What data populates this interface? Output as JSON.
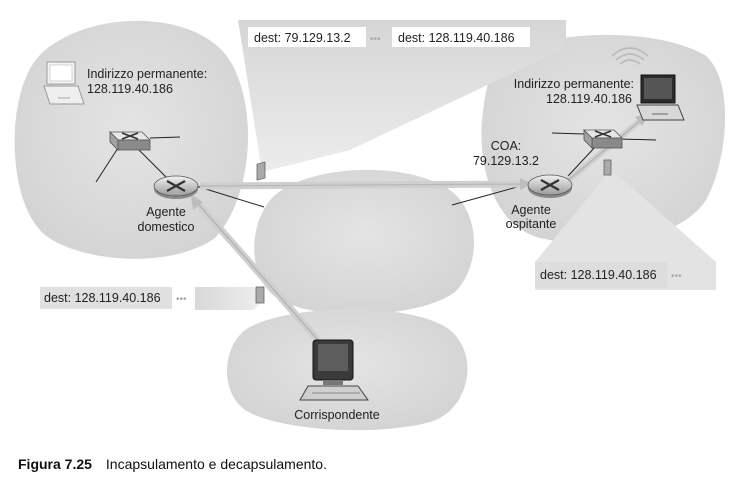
{
  "home_network": {
    "permanent_address_label": "Indirizzo permanente:",
    "permanent_address_value": "128.119.40.186",
    "agent_line1": "Agente",
    "agent_line2": "domestico"
  },
  "foreign_network": {
    "permanent_address_label": "Indirizzo permanente:",
    "permanent_address_value": "128.119.40.186",
    "coa_label": "COA:",
    "coa_value": "79.129.13.2",
    "agent_line1": "Agente",
    "agent_line2": "ospitante"
  },
  "correspondent": {
    "label": "Corrispondente"
  },
  "packets": {
    "encapsulated": {
      "outer_dest": "dest: 79.129.13.2",
      "inner_dest": "dest: 128.119.40.186",
      "separator": "•••"
    },
    "original": {
      "dest": "dest: 128.119.40.186",
      "trailer": "•••"
    },
    "decapsulated": {
      "dest": "dest: 128.119.40.186",
      "trailer": "•••"
    }
  },
  "caption": {
    "number": "Figura 7.25",
    "text": "Incapsulamento e decapsulamento."
  }
}
